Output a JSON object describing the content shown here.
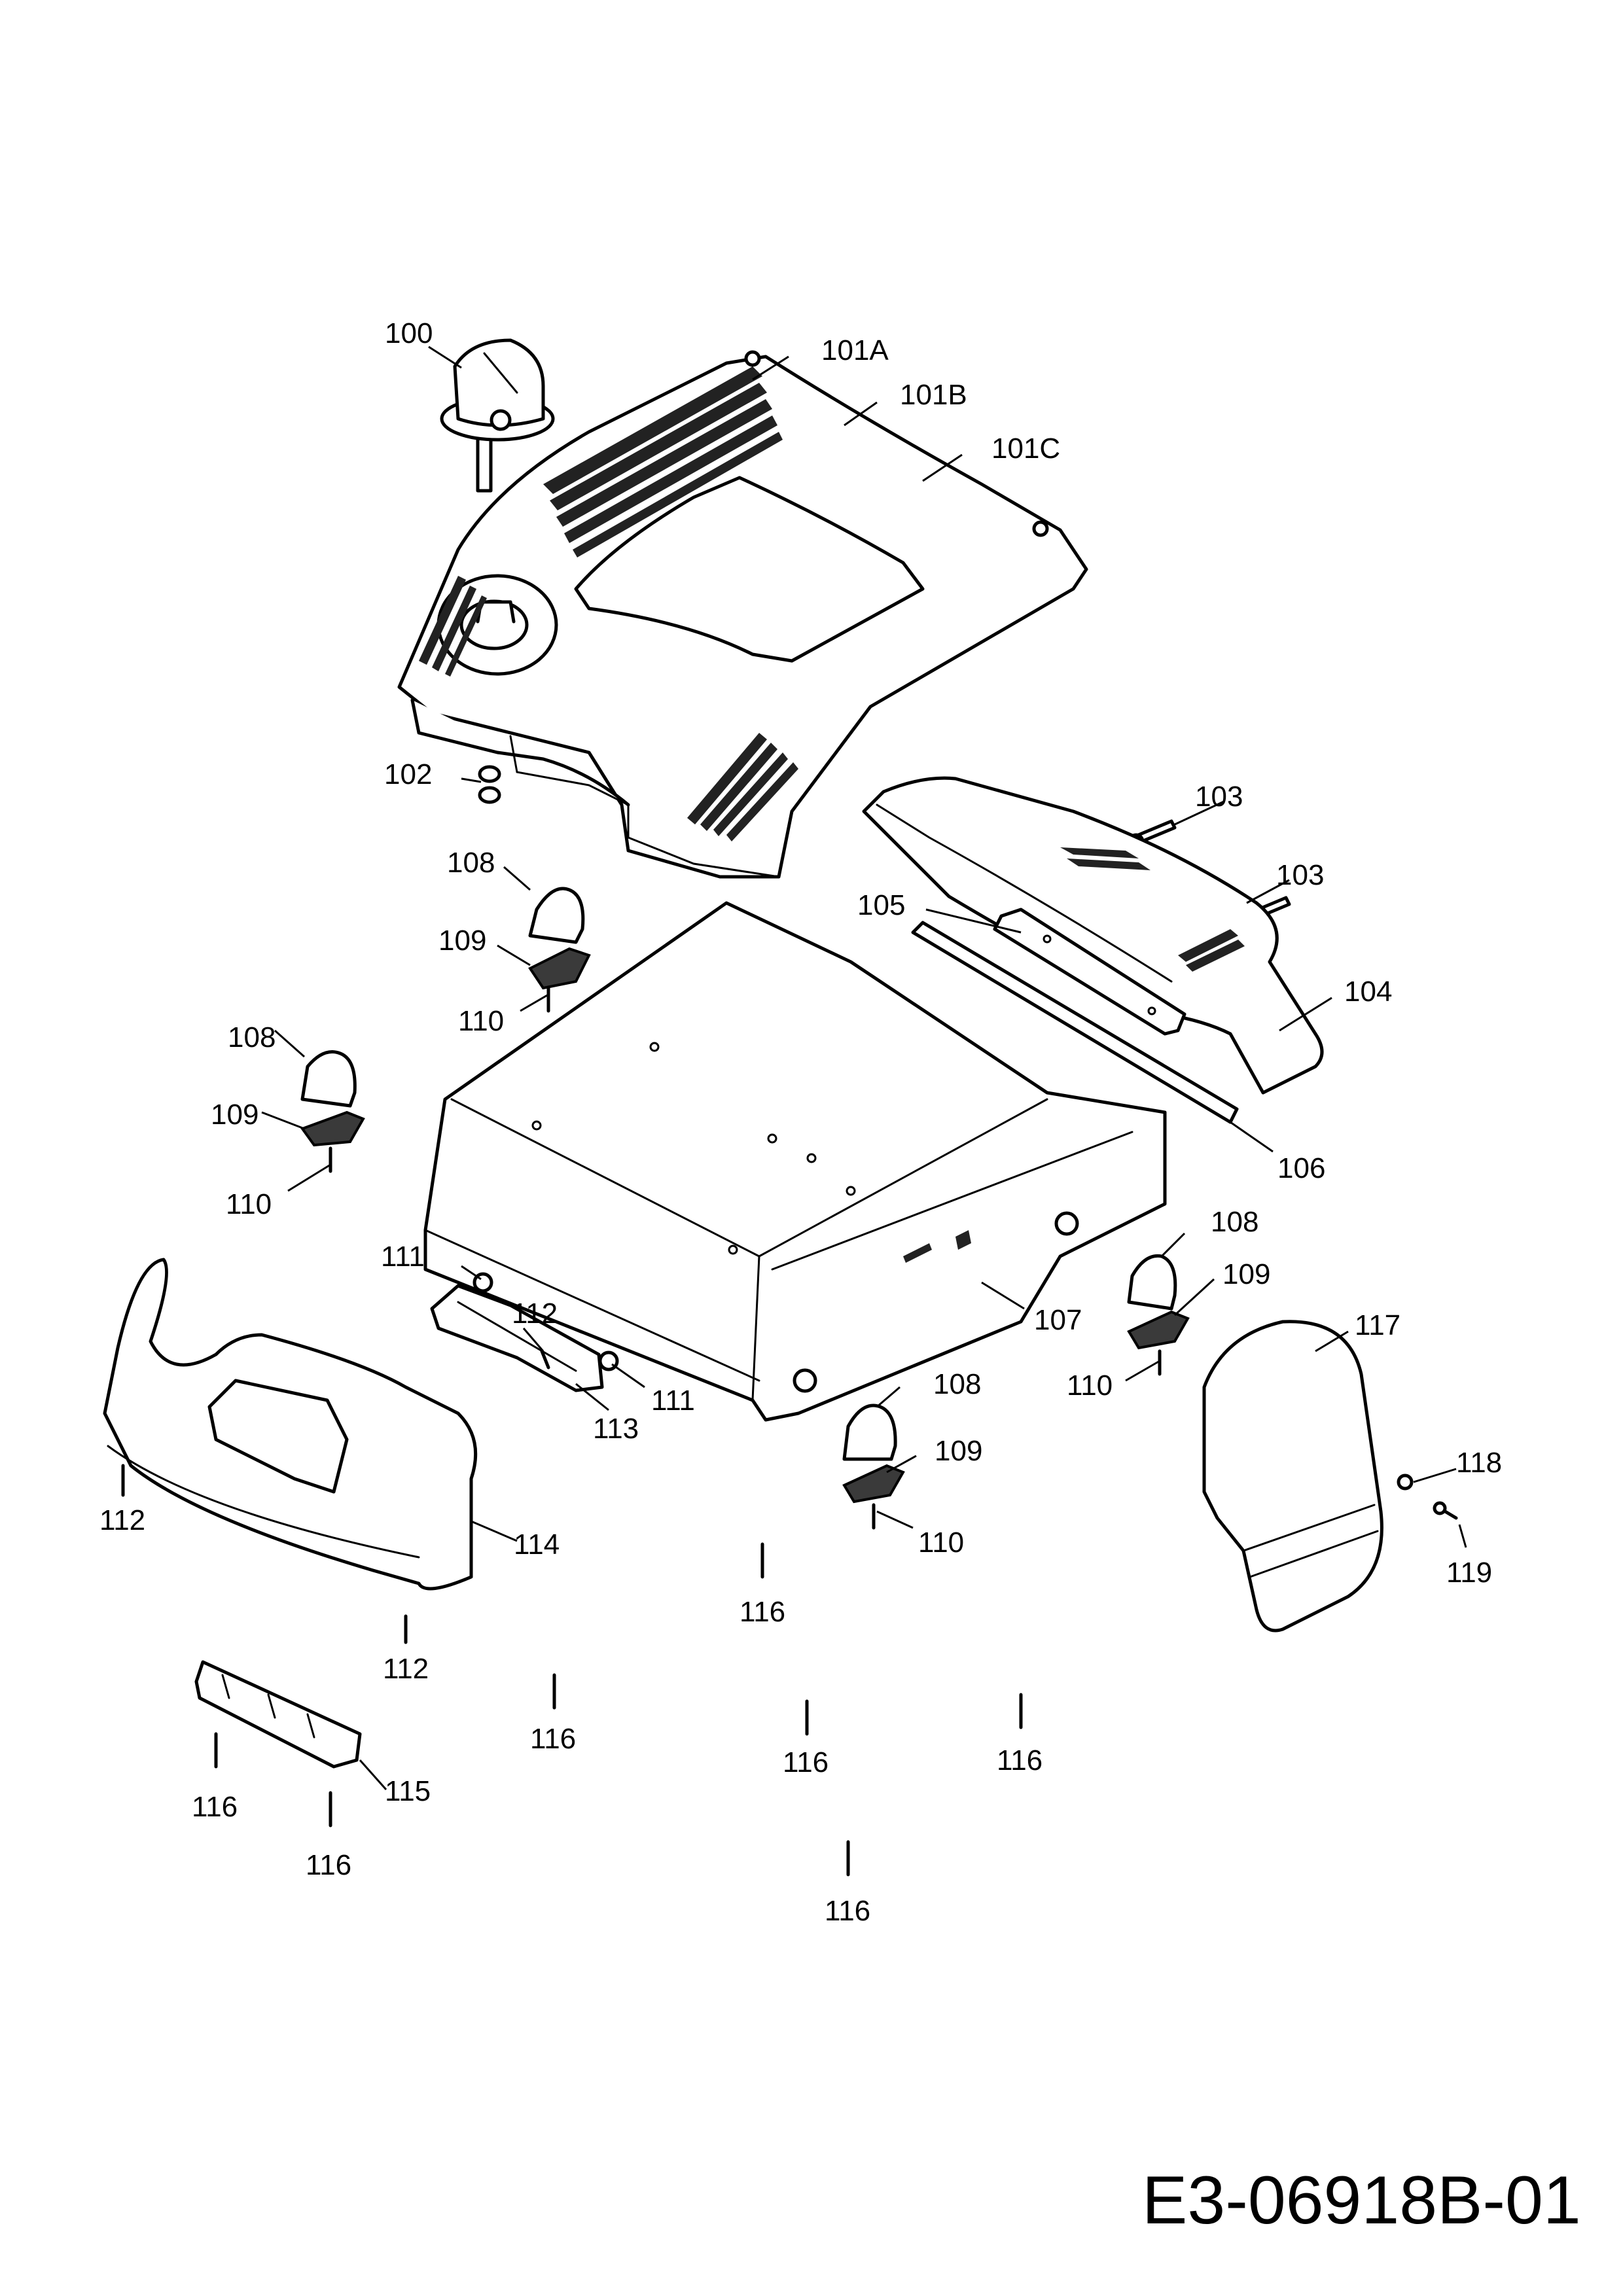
{
  "drawing_number": "E3-06918B-01",
  "callouts": {
    "c100": "100",
    "c101A": "101A",
    "c101B": "101B",
    "c101C": "101C",
    "c102": "102",
    "c103a": "103",
    "c103b": "103",
    "c104": "104",
    "c105": "105",
    "c106": "106",
    "c107": "107",
    "c108a": "108",
    "c108b": "108",
    "c108c": "108",
    "c108d": "108",
    "c109a": "109",
    "c109b": "109",
    "c109c": "109",
    "c109d": "109",
    "c110a": "110",
    "c110b": "110",
    "c110c": "110",
    "c110d": "110",
    "c111a": "111",
    "c111b": "111",
    "c112a": "112",
    "c112b": "112",
    "c112c": "112",
    "c113": "113",
    "c114": "114",
    "c115": "115",
    "c116a": "116",
    "c116b": "116",
    "c116c": "116",
    "c116d": "116",
    "c116e": "116",
    "c116f": "116",
    "c116g": "116",
    "c117": "117",
    "c118": "118",
    "c119": "119"
  }
}
